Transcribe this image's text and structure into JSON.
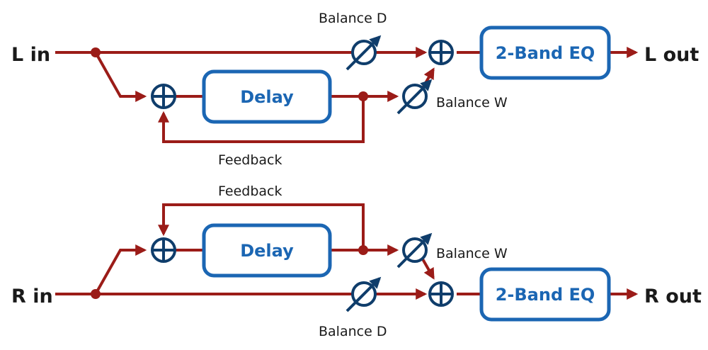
{
  "colors": {
    "signal": "#9b1c18",
    "box_border": "#1b66b3",
    "box_text": "#1b66b3",
    "control": "#0f3d6b",
    "text": "#1a1a1a"
  },
  "channels": [
    {
      "id": "left",
      "input_label": "L in",
      "output_label": "L out",
      "delay_label": "Delay",
      "eq_label": "2-Band EQ",
      "feedback_label": "Feedback",
      "balance_dry_label": "Balance D",
      "balance_wet_label": "Balance W"
    },
    {
      "id": "right",
      "input_label": "R in",
      "output_label": "R out",
      "delay_label": "Delay",
      "eq_label": "2-Band EQ",
      "feedback_label": "Feedback",
      "balance_dry_label": "Balance W",
      "balance_wet_label": "Balance D"
    }
  ]
}
